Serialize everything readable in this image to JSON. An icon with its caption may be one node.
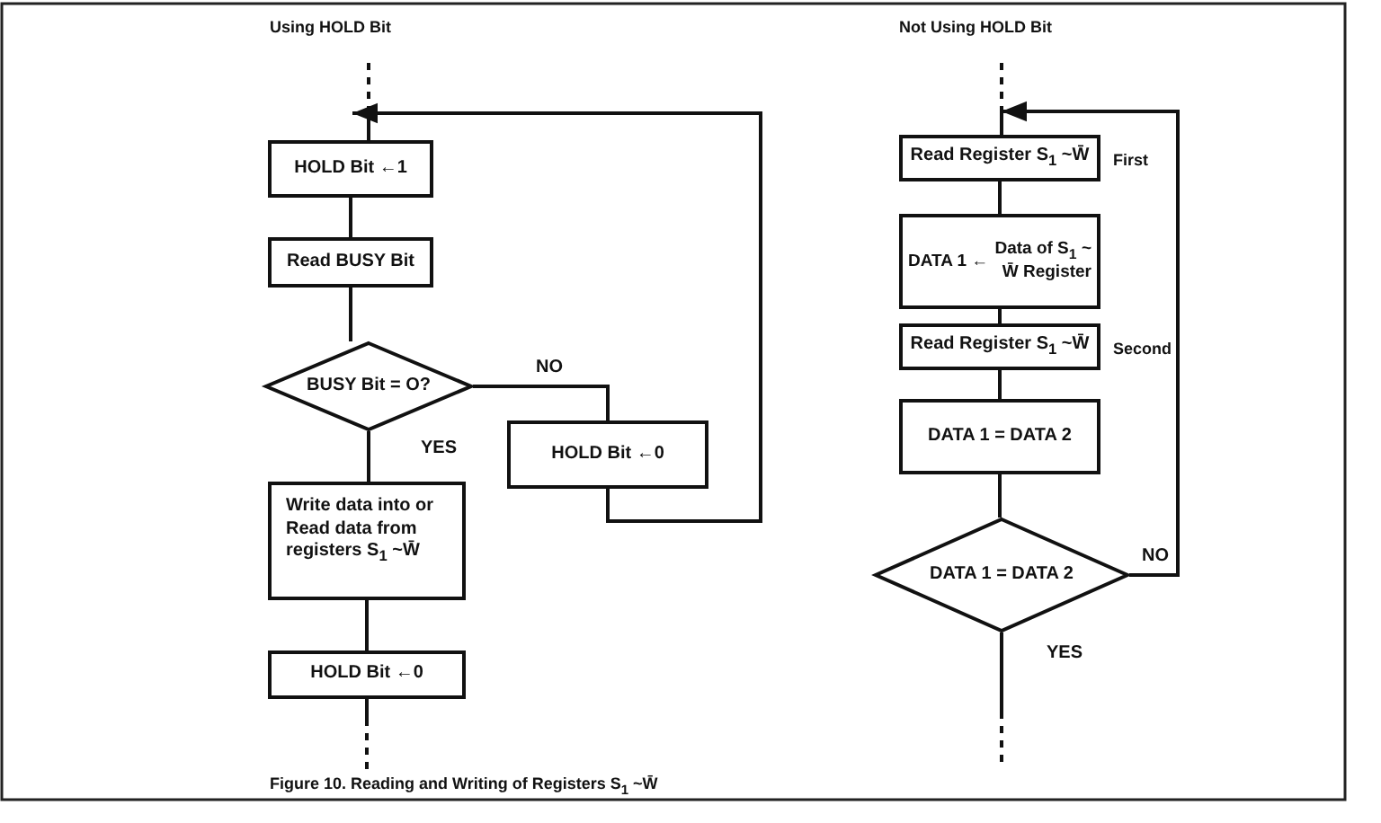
{
  "diagram": {
    "caption": "Figure 10. Reading and Writing of Registers S$_{1}$ ~W̄",
    "nodes": [
      {
        "text": [
          "HOLD Bit ←1"
        ]
      },
      {
        "text": [
          "Read BUSY Bit"
        ]
      },
      {
        "text": [
          "BUSY Bit = O?"
        ]
      },
      {
        "text": [
          "HOLD Bit ←0"
        ]
      },
      {
        "text": [
          "Write data into or Read data from registers S$_{1}$ ~W̄"
        ]
      },
      {
        "text": [
          "HOLD Bit ←0"
        ]
      },
      {
        "text": [
          "Read Register S$_{1}$ ~W̄"
        ],
        "beside": [
          "First"
        ]
      },
      {
        "text": [
          "DATA 1 ←",
          "Data of S$_{1}$ ~ W̄ Register"
        ]
      },
      {
        "text": [
          "Read Register S$_{1}$ ~W̄"
        ],
        "beside": [
          "Second"
        ]
      },
      {
        "text": [
          "DATA 1 = DATA 2"
        ]
      },
      {
        "text": [
          "DATA 1 = DATA 2"
        ]
      }
    ],
    "edges": [
      {
        "from": null,
        "to": 0,
        "arrow": "none",
        "style": "dashed"
      },
      {
        "from": 0,
        "to": 1,
        "arrow": "none"
      },
      {
        "from": 1,
        "to": 2,
        "arrow": "none"
      },
      {
        "from": 2,
        "to": 3,
        "arrow": "none",
        "label": "NO"
      },
      {
        "from": 3,
        "to": 0,
        "arrow": "to"
      },
      {
        "from": 2,
        "to": 4,
        "arrow": "none",
        "label": "YES"
      },
      {
        "from": 4,
        "to": 5,
        "arrow": "none"
      },
      {
        "from": 5,
        "to": null,
        "arrow": "none",
        "style": "dashed"
      },
      {
        "from": null,
        "to": 6,
        "arrow": "none",
        "style": "dashed"
      },
      {
        "from": 6,
        "to": 7,
        "arrow": "none"
      },
      {
        "from": 7,
        "to": 8,
        "arrow": "none"
      },
      {
        "from": 8,
        "to": 9,
        "arrow": "none"
      },
      {
        "from": 9,
        "to": 10,
        "arrow": "none"
      },
      {
        "from": 10,
        "to": 6,
        "arrow": "to",
        "label": "NO"
      },
      {
        "from": 10,
        "to": null,
        "arrow": "none",
        "label": "YES",
        "style": "dashed"
      }
    ],
    "labels": [
      "Using HOLD Bit",
      "Not Using HOLD Bit"
    ]
  }
}
